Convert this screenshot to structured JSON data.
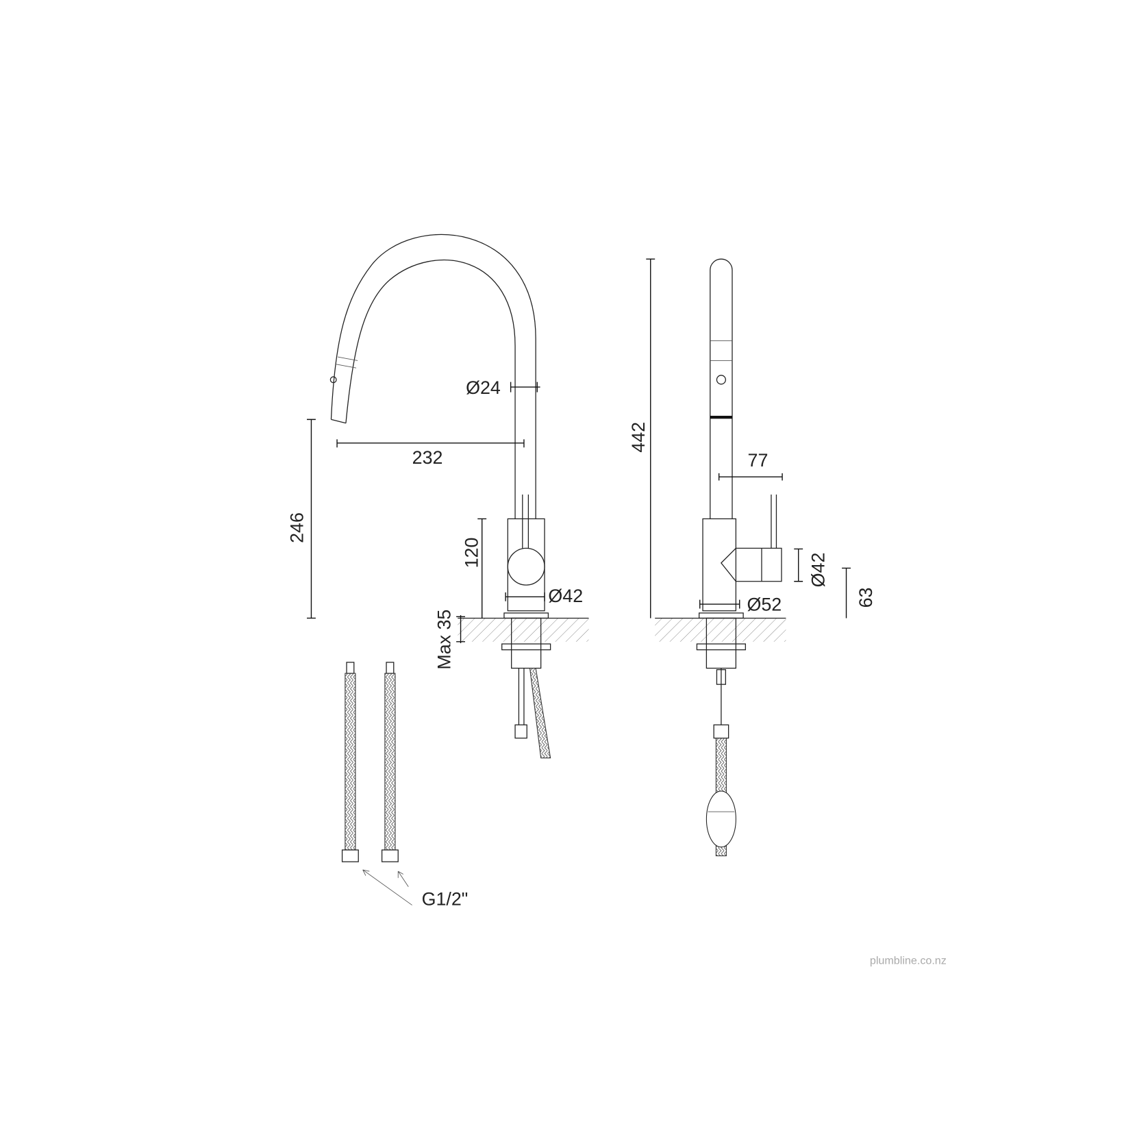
{
  "drawing": {
    "front_view": {
      "dimensions": {
        "spout_diameter": "Ø24",
        "reach": "232",
        "spout_height": "246",
        "body_height": "120",
        "body_diameter": "Ø42",
        "max_bench_thickness": "Max 35"
      },
      "connection_label": "G1/2\""
    },
    "side_view": {
      "dimensions": {
        "overall_height": "442",
        "handle_offset": "77",
        "handle_diameter": "Ø42",
        "base_diameter": "Ø52",
        "handle_height": "63"
      }
    },
    "watermark": "plumbline.co.nz"
  }
}
